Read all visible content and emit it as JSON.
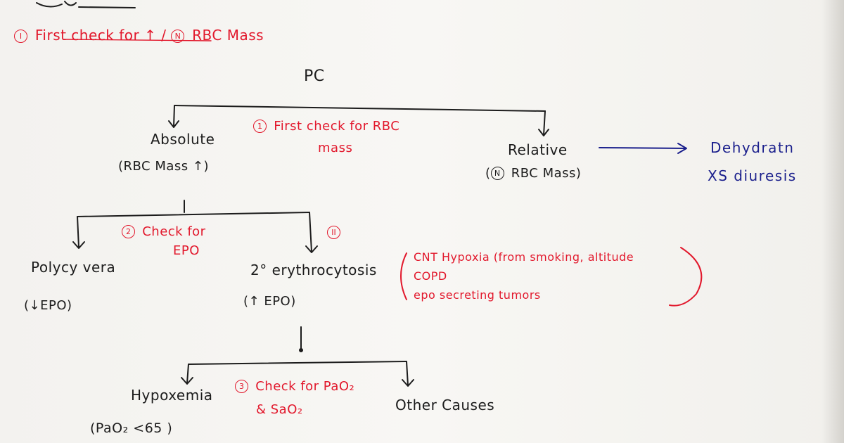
{
  "header": {
    "bullet": "I",
    "text_before": "First check for ↑ /",
    "normal_mark": "N",
    "text_after": "RBC Mass"
  },
  "root": {
    "label": "PC"
  },
  "absolute": {
    "label": "Absolute",
    "sub": "(RBC Mass ↑)"
  },
  "relative": {
    "label": "Relative",
    "sub_open": "(",
    "normal_mark": "N",
    "sub_close": "RBC Mass)"
  },
  "relative_causes": [
    "Dehydratn",
    "XS diuresis"
  ],
  "step1": {
    "num": "1",
    "line1": "First check for RBC",
    "line2": "mass"
  },
  "polycythemia": {
    "label": "Polycy vera",
    "sub": "(↓EPO)"
  },
  "secondary": {
    "label": "2° erythrocytosis",
    "sub": "(↑ EPO)"
  },
  "step2": {
    "num": "2",
    "line1": "Check for",
    "line2": "EPO"
  },
  "step_mark": "II",
  "secondary_causes": [
    "CNT Hypoxia (from smoking, altitude",
    "COPD",
    "epo secreting tumors"
  ],
  "hypoxemia": {
    "label": "Hypoxemia",
    "sub": "(PaO₂ <65 )"
  },
  "other": {
    "label": "Other Causes"
  },
  "step3": {
    "num": "3",
    "line1": "Check for PaO₂",
    "line2": "& SaO₂"
  },
  "colors": {
    "ink_black": "#1c1c1c",
    "ink_red": "#e2182c",
    "ink_blue": "#1a1f8c"
  }
}
